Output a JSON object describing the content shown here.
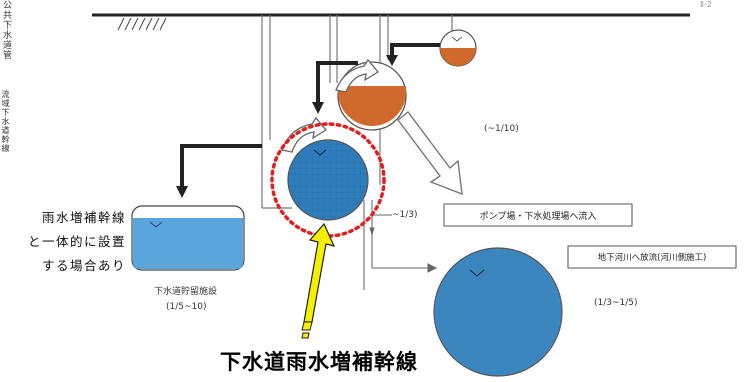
{
  "labels": {
    "corner_mark": "Ⅱ-2",
    "public_sewer": "公共下水道管",
    "public_sewer_ratio": "(~1/10)",
    "regional_sewer": "流域下水道幹線",
    "regional_sewer_ratio": "~1/3)",
    "pump_box": "ポンプ場・下水処理場へ流入",
    "river_box": "地下河川へ放流(河川側施工)",
    "river_ratio": "(1/3~1/5)",
    "storage_facility": "下水道貯留施設",
    "storage_ratio": "(1/5~10)",
    "side_note": [
      "雨水増補幹線",
      "と一体的に設置",
      "する場合あり"
    ],
    "main_title": "下水道雨水増補幹線"
  },
  "colors": {
    "orange_pipe": "#d06a2c",
    "blue_pipe": "#2f7cba",
    "storage_water": "#5aa6dc",
    "highlight_circle": "#e02020",
    "callout_arrow": "#f5f000"
  }
}
